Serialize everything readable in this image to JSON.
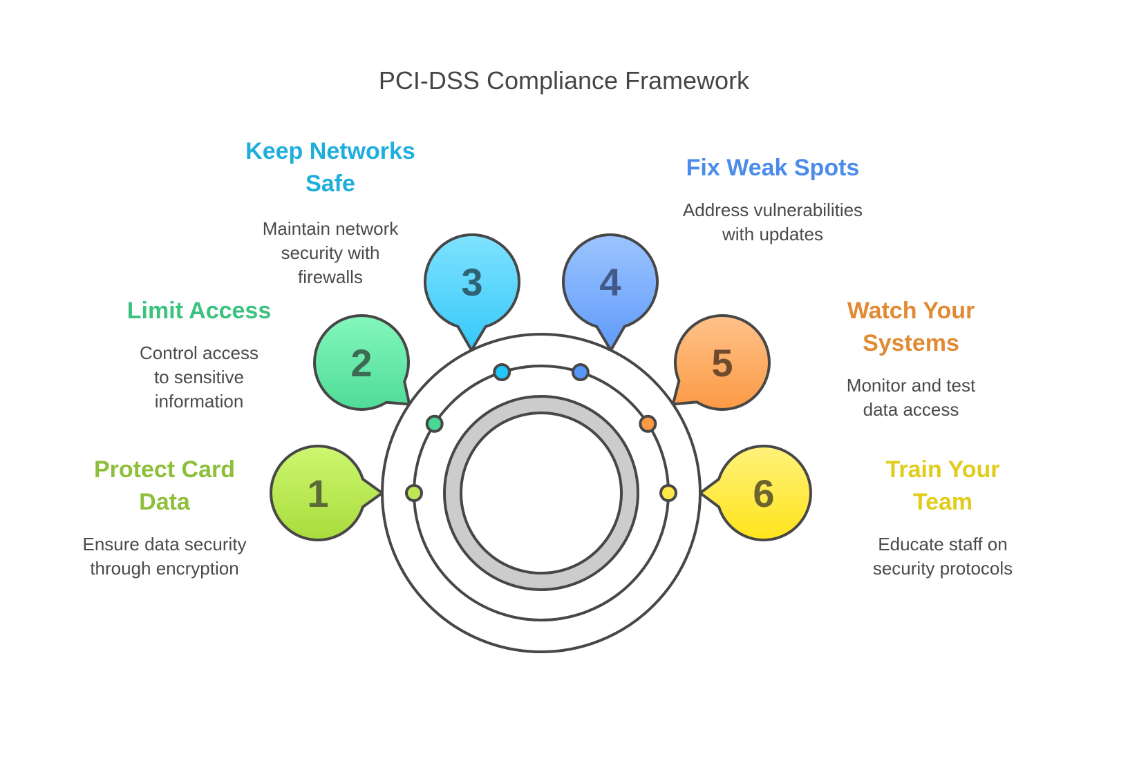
{
  "title": "PCI-DSS Compliance Framework",
  "colors": {
    "outline": "#474747",
    "ring_band": "#cccccc",
    "description_text": "#4a4a4a"
  },
  "steps": [
    {
      "number": "1",
      "heading": "Protect Card Data",
      "description": "Ensure data security through encryption",
      "heading_color": "#8dbf3a",
      "fill_top": "#cdf770",
      "fill_bottom": "#a8dc3c",
      "number_color": "#5b6a37",
      "dot_color": "#c0e656"
    },
    {
      "number": "2",
      "heading": "Limit Access",
      "description": "Control access to sensitive information",
      "heading_color": "#3cc27f",
      "fill_top": "#84f7bd",
      "fill_bottom": "#4fdc97",
      "number_color": "#3d6a52",
      "dot_color": "#4ad896"
    },
    {
      "number": "3",
      "heading": "Keep Networks Safe",
      "description": "Maintain network security with firewalls",
      "heading_color": "#1faedc",
      "fill_top": "#7fe2ff",
      "fill_bottom": "#35c9f8",
      "number_color": "#2f6272",
      "dot_color": "#22c8f8"
    },
    {
      "number": "4",
      "heading": "Fix Weak Spots",
      "description": "Address vulnerabilities with updates",
      "heading_color": "#4b8bea",
      "fill_top": "#9cc4ff",
      "fill_bottom": "#5f9bfa",
      "number_color": "#42598a",
      "dot_color": "#5897fa"
    },
    {
      "number": "5",
      "heading": "Watch Your Systems",
      "description": "Monitor and test data access",
      "heading_color": "#e08a33",
      "fill_top": "#ffc28a",
      "fill_bottom": "#fb9a44",
      "number_color": "#6f4b2d",
      "dot_color": "#fb9a44"
    },
    {
      "number": "6",
      "heading": "Train Your Team",
      "description": "Educate staff on security protocols",
      "heading_color": "#e0cc1a",
      "fill_top": "#fff27a",
      "fill_bottom": "#ffe41c",
      "number_color": "#6b6330",
      "dot_color": "#ffe84a"
    }
  ]
}
